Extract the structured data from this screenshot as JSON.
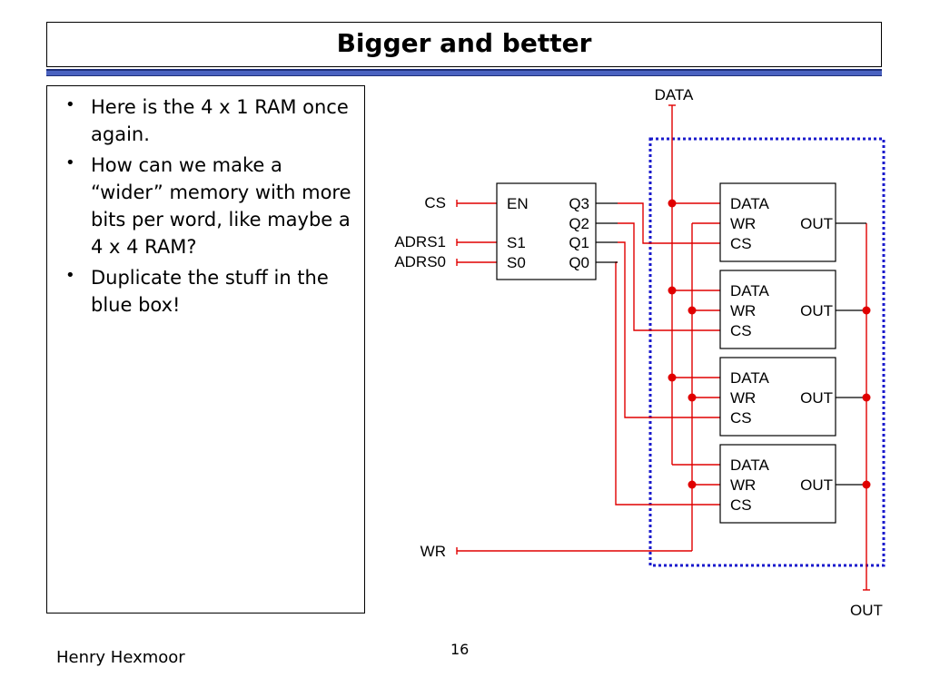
{
  "slide": {
    "title": "Bigger and better",
    "bullets": [
      "Here is the 4 x 1 RAM once again.",
      "How can we make a “wider” memory with more bits per word, like maybe a 4 x 4 RAM?",
      "Duplicate the stuff in the blue box!"
    ],
    "bullet_symbol": "•",
    "footer_author": "Henry Hexmoor",
    "page_number": "16"
  },
  "diagram": {
    "inputs": {
      "data": "DATA",
      "cs": "CS",
      "adrs1": "ADRS1",
      "adrs0": "ADRS0",
      "wr": "WR",
      "out": "OUT"
    },
    "decoder": {
      "en": "EN",
      "s1": "S1",
      "s0": "S0",
      "q3": "Q3",
      "q2": "Q2",
      "q1": "Q1",
      "q0": "Q0"
    },
    "ram_cell": {
      "data": "DATA",
      "wr": "WR",
      "cs": "CS",
      "out": "OUT"
    },
    "colors": {
      "wire": "#e00000",
      "box_outline": "#1a1acc",
      "component": "#000000"
    }
  }
}
